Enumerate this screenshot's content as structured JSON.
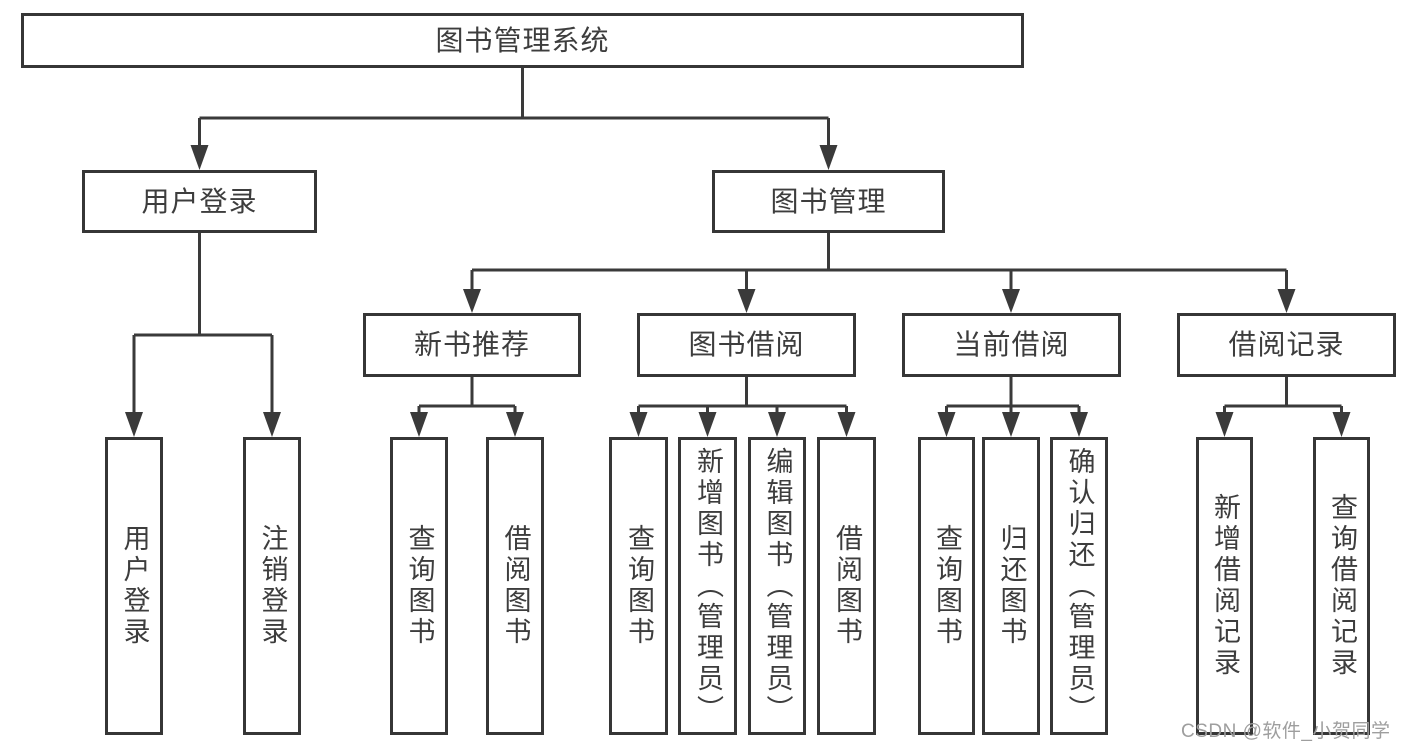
{
  "tree": {
    "label": "图书管理系统",
    "children": [
      {
        "label": "用户登录",
        "children": [
          {
            "label": "用户登录"
          },
          {
            "label": "注销登录"
          }
        ]
      },
      {
        "label": "图书管理",
        "children": [
          {
            "label": "新书推荐",
            "children": [
              {
                "label": "查询图书"
              },
              {
                "label": "借阅图书"
              }
            ]
          },
          {
            "label": "图书借阅",
            "children": [
              {
                "label": "查询图书"
              },
              {
                "label": "新增图书（管理员）"
              },
              {
                "label": "编辑图书（管理员）"
              },
              {
                "label": "借阅图书"
              }
            ]
          },
          {
            "label": "当前借阅",
            "children": [
              {
                "label": "查询图书"
              },
              {
                "label": "归还图书"
              },
              {
                "label": "确认归还（管理员）"
              }
            ]
          },
          {
            "label": "借阅记录",
            "children": [
              {
                "label": "新增借阅记录"
              },
              {
                "label": "查询借阅记录"
              }
            ]
          }
        ]
      }
    ]
  },
  "watermark": {
    "text": "CSDN @软件_小贺同学"
  },
  "colors": {
    "line": "#3a3a3a",
    "border": "#363636",
    "text": "#3d3d3d",
    "watermark": "#9e9e9e",
    "background": "#ffffff"
  }
}
